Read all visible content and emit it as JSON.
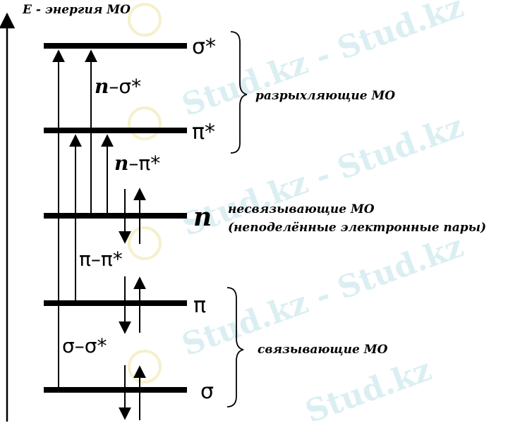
{
  "axis": {
    "title": "E - энергия МО"
  },
  "levels": [
    {
      "id": "sigma-star",
      "label": "σ*"
    },
    {
      "id": "pi-star",
      "label": "π*"
    },
    {
      "id": "n",
      "label": "n"
    },
    {
      "id": "pi",
      "label": "π"
    },
    {
      "id": "sigma",
      "label": "σ"
    }
  ],
  "transitions": [
    {
      "id": "n-sigma-star",
      "label_prefix": "n",
      "label_rest": "–σ*"
    },
    {
      "id": "n-pi-star",
      "label_prefix": "n",
      "label_rest": "–π*"
    },
    {
      "id": "pi-pi-star",
      "label": "π–π*"
    },
    {
      "id": "sigma-sigma-star",
      "label": "σ–σ*"
    }
  ],
  "groups": {
    "antibonding": "разрыхляющие МО",
    "nonbonding_line1": "несвязывающие МО",
    "nonbonding_line2": "(неподелённые электронные пары)",
    "bonding": "связывающие МО"
  },
  "watermark": {
    "text": "Stud.kz - Stud.kz",
    "text_short": "Stud.kz",
    "color": "#bfe3ea"
  }
}
